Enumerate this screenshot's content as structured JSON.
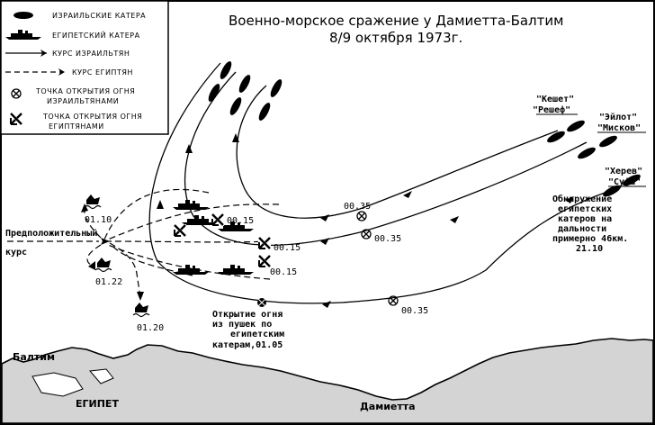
{
  "title": {
    "line1": "Военно-морское сражение у Дамиетта-Балтим",
    "line2": "8/9 октября 1973г."
  },
  "legend": {
    "items": [
      {
        "id": "israeli-boat",
        "label": "ИЗРАИЛЬСКИЕ КАТЕРА"
      },
      {
        "id": "egyptian-boat",
        "label": "ЕГИПЕТСКИЙ КАТЕРА"
      },
      {
        "id": "israeli-course",
        "label": "КУРС ИЗРАИЛЬТЯН"
      },
      {
        "id": "egyptian-course",
        "label": "КУРС ЕГИПТЯН"
      },
      {
        "id": "israeli-fire",
        "label_lines": [
          "ТОЧКА ОТКРЫТИЯ ОГНЯ",
          "ИЗРАИЛЬТЯНАМИ"
        ]
      },
      {
        "id": "egyptian-fire",
        "label_lines": [
          "ТОЧКА ОТКРЫТИЯ ОГНЯ",
          "ЕГИПТЯНАМИ"
        ]
      }
    ]
  },
  "ships": {
    "keshet": "\"Кешет\"",
    "reshef": "\"Решеф\"",
    "eilat": "\"Эйлот\"",
    "miskov": "\"Мисков\"",
    "herev": "\"Херев\"",
    "sufa": "\"Суфа\""
  },
  "annotations": {
    "detection": [
      "Обнаружение",
      "египетских",
      "катеров на",
      "дальности",
      "примерно 46км.",
      "21.10"
    ],
    "gun_fire": [
      "Открытие огня",
      "из пушек  по",
      "египетским",
      "катерам,01.05"
    ],
    "presumed_course": [
      "Предположительный",
      "курс"
    ]
  },
  "times": {
    "israel_fire_1": "00.35",
    "israel_fire_2": "00.35",
    "israel_fire_3": "00.35",
    "egypt_fire_1": "00.15",
    "egypt_fire_2": "00.15",
    "egypt_fire_3": "00.15",
    "egypt_left_1": "01.10",
    "egypt_left_2": "01.22",
    "egypt_left_3": "01.20"
  },
  "places": {
    "baltim": "Балтим",
    "egypt": "ЕГИПЕТ",
    "damietta": "Дамиетта"
  },
  "colors": {
    "ink": "#000000",
    "paper": "#ffffff",
    "land": "#d4d4d4"
  }
}
